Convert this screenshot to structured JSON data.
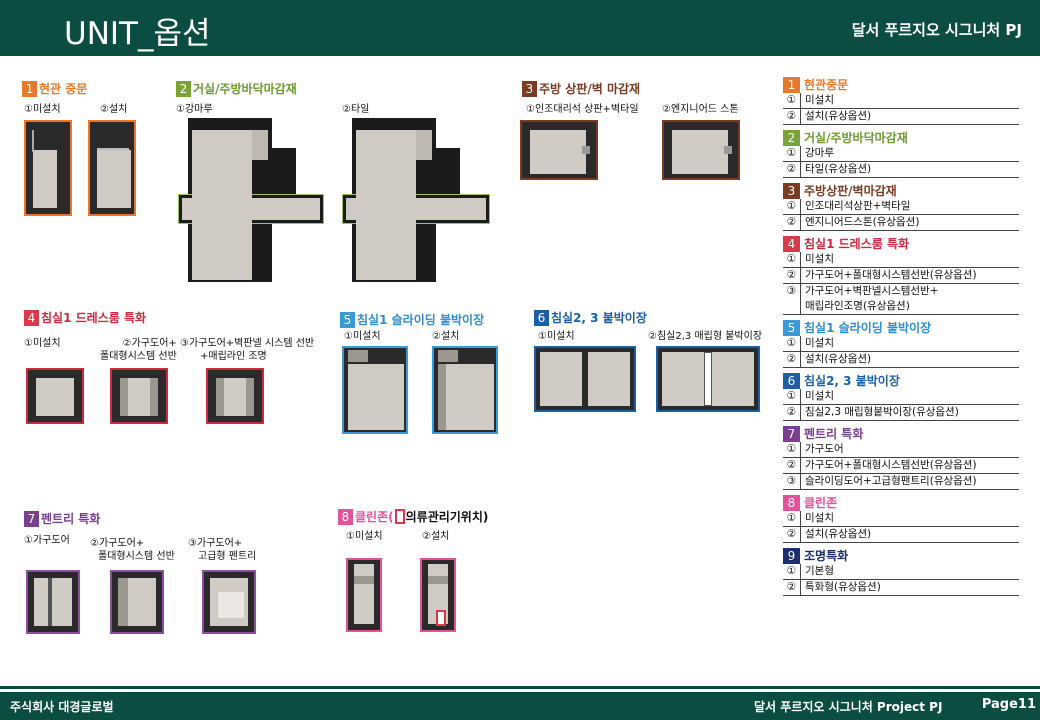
{
  "header": {
    "title": "UNIT_옵션",
    "project": "달서 푸르지오 시그니처 PJ"
  },
  "footer": {
    "company": "주식회사 대경글로벌",
    "project": "달서 푸르지오 시그니처 Project PJ",
    "page": "Page11"
  },
  "sections": {
    "s1": {
      "num": "1",
      "title": "현관 중문",
      "o1": "①미설치",
      "o2": "②설치"
    },
    "s2": {
      "num": "2",
      "title": "거실/주방바닥마감재",
      "o1": "①강마루",
      "o2": "②타일"
    },
    "s3": {
      "num": "3",
      "title": "주방 상판/벽 마감재",
      "o1": "①인조대리석 상판+벽타일",
      "o2": "②엔지니어드 스톤"
    },
    "s4": {
      "num": "4",
      "title": "침실1 드레스룸 특화",
      "o1": "①미설치",
      "o2a": "②가구도어+",
      "o2b": "폴대형시스템 선반",
      "o3a": "③가구도어+벽판넬 시스템 선반",
      "o3b": "+매립라인 조명"
    },
    "s5": {
      "num": "5",
      "title": "침실1 슬라이딩 붙박이장",
      "o1": "①미설치",
      "o2": "②설치"
    },
    "s6": {
      "num": "6",
      "title": "침실2, 3 붙박이장",
      "o1": "①미설치",
      "o2": "②침실2,3 매립형 붙박이장"
    },
    "s7": {
      "num": "7",
      "title": "펜트리 특화",
      "o1": "①가구도어",
      "o2a": "②가구도어+",
      "o2b": "폴대형시스템 선반",
      "o3a": "③가구도어+",
      "o3b": "고급형 펜트리"
    },
    "s8": {
      "num": "8",
      "title_a": "클린존(",
      "title_b": " 의류관리기위치)",
      "o1": "①미설치",
      "o2": "②설치"
    }
  },
  "legend": [
    {
      "num": "1",
      "title": "현관중문",
      "rows": [
        {
          "i": "①",
          "t": "미설치"
        },
        {
          "i": "②",
          "t": "설치(유상옵션)"
        }
      ]
    },
    {
      "num": "2",
      "title": "거실/주방바닥마감재",
      "rows": [
        {
          "i": "①",
          "t": "강마루"
        },
        {
          "i": "②",
          "t": "타일(유상옵션)"
        }
      ]
    },
    {
      "num": "3",
      "title": "주방상판/벽마감재",
      "rows": [
        {
          "i": "①",
          "t": "인조대리석상판+벽타일"
        },
        {
          "i": "②",
          "t": "엔지니어드스톤(유상옵션)"
        }
      ]
    },
    {
      "num": "4",
      "title": "침실1 드레스룸 특화",
      "rows": [
        {
          "i": "①",
          "t": "미설치"
        },
        {
          "i": "②",
          "t": "가구도어+폴대형시스템선반(유상옵션)"
        },
        {
          "i": "③",
          "t": "가구도어+벽판넬시스템선반+\n매립라인조명(유상옵션)"
        }
      ]
    },
    {
      "num": "5",
      "title": "침실1 슬라이딩 붙박이장",
      "rows": [
        {
          "i": "①",
          "t": "미설치"
        },
        {
          "i": "②",
          "t": "설치(유상옵션)"
        }
      ]
    },
    {
      "num": "6",
      "title": "침실2, 3 붙박이장",
      "rows": [
        {
          "i": "①",
          "t": "미설치"
        },
        {
          "i": "②",
          "t": "침실2,3 매립형붙박이장(유상옵션)"
        }
      ]
    },
    {
      "num": "7",
      "title": "펜트리 특화",
      "rows": [
        {
          "i": "①",
          "t": "가구도어"
        },
        {
          "i": "②",
          "t": "가구도어+폴대형시스템선반(유상옵션)"
        },
        {
          "i": "③",
          "t": "슬라이딩도어+고급형팬트리(유상옵션)"
        }
      ]
    },
    {
      "num": "8",
      "title": "클린존",
      "rows": [
        {
          "i": "①",
          "t": "미설치"
        },
        {
          "i": "②",
          "t": "설치(유상옵션)"
        }
      ]
    },
    {
      "num": "9",
      "title": "조명특화",
      "rows": [
        {
          "i": "①",
          "t": "기본형"
        },
        {
          "i": "②",
          "t": "특화형(유상옵션)"
        }
      ]
    }
  ]
}
